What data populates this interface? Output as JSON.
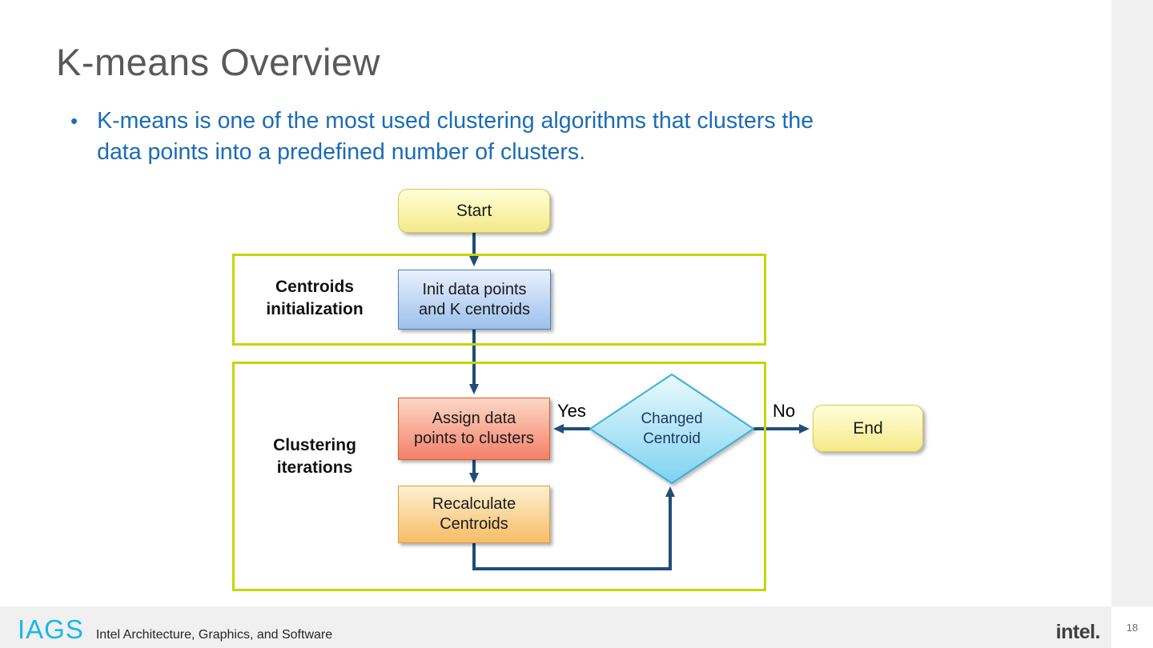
{
  "slide": {
    "title": "K-means Overview",
    "bullet": {
      "line1": "K-means is one of the most used clustering algorithms that clusters the",
      "line2": "data points into a predefined number of clusters."
    }
  },
  "diagram": {
    "nodes": {
      "start": {
        "label": "Start"
      },
      "init": {
        "line1": "Init data points",
        "line2": "and K centroids"
      },
      "assign": {
        "line1": "Assign data",
        "line2": "points to clusters"
      },
      "recalculate": {
        "line1": "Recalculate",
        "line2": "Centroids"
      },
      "decision": {
        "line1": "Changed",
        "line2": "Centroid"
      },
      "end": {
        "label": "End"
      }
    },
    "groups": {
      "initialization": {
        "line1": "Centroids",
        "line2": "initialization"
      },
      "iterations": {
        "line1": "Clustering",
        "line2": "iterations"
      }
    },
    "edge_labels": {
      "yes": "Yes",
      "no": "No"
    }
  },
  "footer": {
    "brand": "IAGS",
    "brand_description": "Intel Architecture, Graphics, and Software",
    "logo_text": "intel.",
    "page_number": "18"
  },
  "colors": {
    "title": "#595959",
    "bullet_text": "#1b6cb5",
    "arrow": "#1f4e79",
    "group_border": "#c3d600",
    "brand": "#17b9ea",
    "node_text": "#1a1a1a",
    "decision_text": "#1f3864",
    "footer_bg": "#f0f0f0",
    "logo_gray": "#3f3f3f"
  }
}
